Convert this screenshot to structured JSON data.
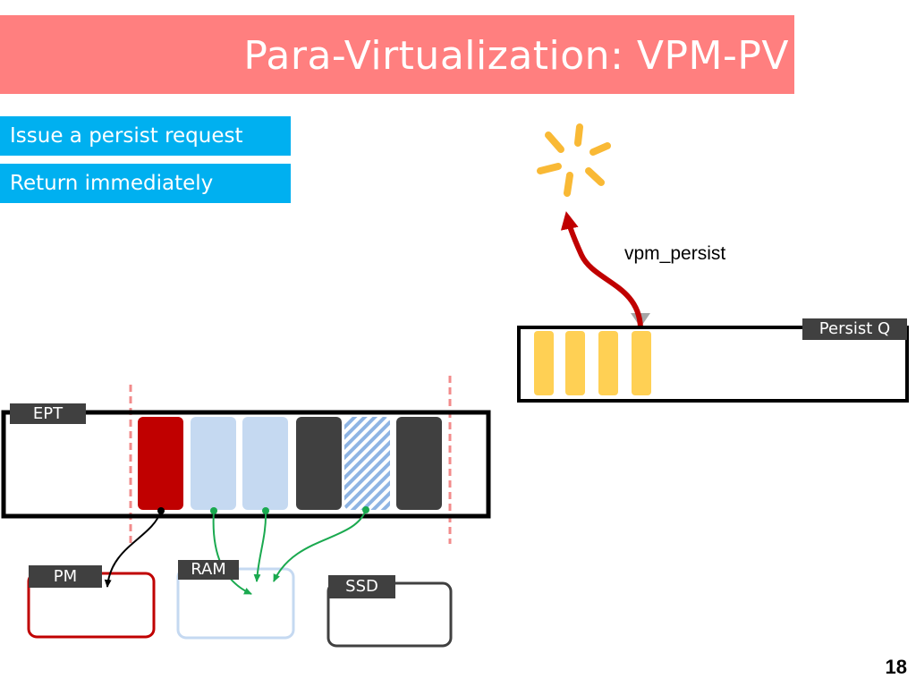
{
  "slide": {
    "title": "Para-Virtualization: VPM-PV",
    "page_number": "18"
  },
  "steps": [
    {
      "label": "Issue a persist request"
    },
    {
      "label": "Return immediately"
    }
  ],
  "persist_call": {
    "label": "vpm_persist"
  },
  "persist_queue": {
    "label": "Persist Q",
    "entry_count": 4,
    "entry_color": "#ffd054"
  },
  "ept": {
    "label": "EPT",
    "entries": [
      {
        "kind": "pm-page",
        "color": "#c00000"
      },
      {
        "kind": "ram-page",
        "color": "#c5d9f1"
      },
      {
        "kind": "ram-page",
        "color": "#c5d9f1"
      },
      {
        "kind": "ssd-page",
        "color": "#404040"
      },
      {
        "kind": "ram-page-hatched",
        "color": "#8eb4e3"
      },
      {
        "kind": "ssd-page",
        "color": "#404040"
      }
    ]
  },
  "devices": {
    "pm": {
      "label": "PM",
      "border_color": "#c00000"
    },
    "ram": {
      "label": "RAM",
      "border_color": "#c5d9f1"
    },
    "ssd": {
      "label": "SSD",
      "border_color": "#404040"
    }
  },
  "colors": {
    "title_bar": "#ff7f7f",
    "step_box": "#00b0f0",
    "mapping_arrow_ram": "#1aa94f",
    "mapping_arrow_pm": "#000000",
    "persist_arrow": "#c00000",
    "boundary_line": "#f28b8b",
    "burst": "#f9b935"
  }
}
